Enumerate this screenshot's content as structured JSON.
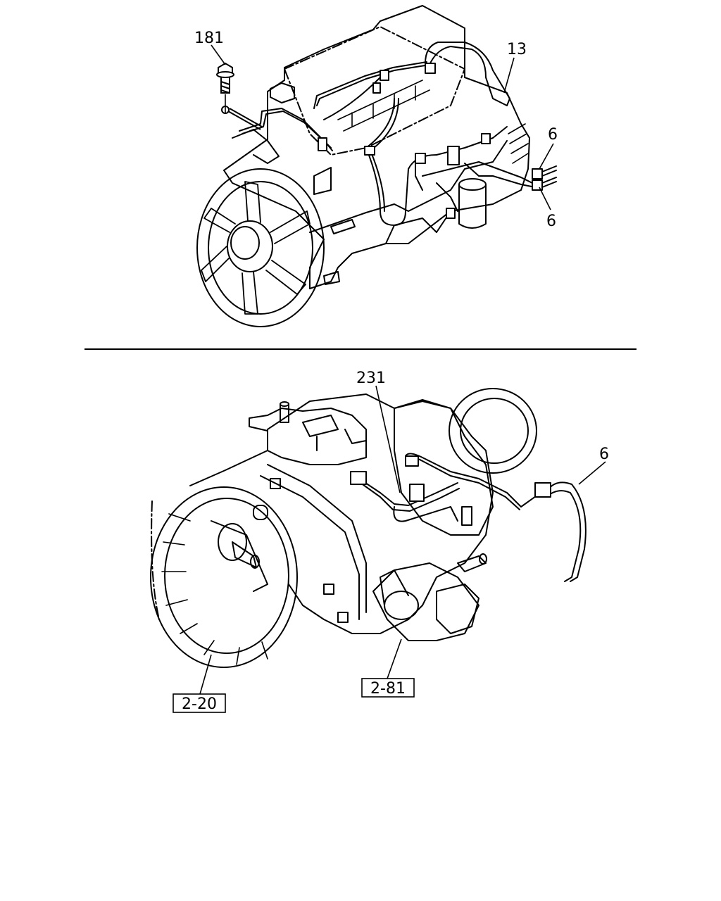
{
  "top_view": {
    "callouts": [
      "181",
      "13",
      "6",
      "6"
    ]
  },
  "bottom_view": {
    "callouts": [
      "231",
      "6"
    ],
    "ref_boxes": [
      "2-20",
      "2-81"
    ]
  }
}
